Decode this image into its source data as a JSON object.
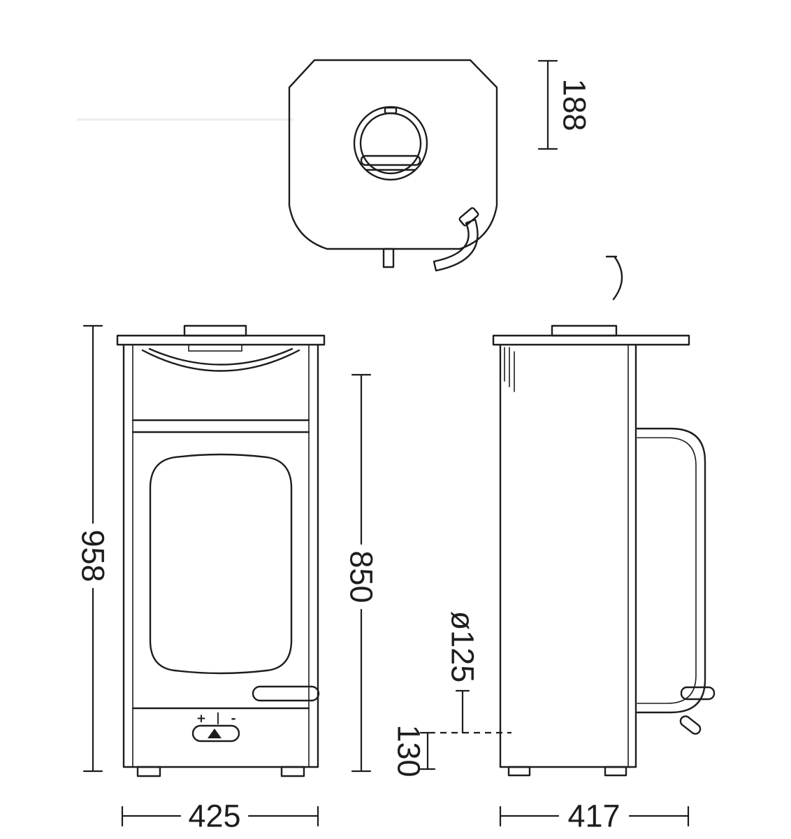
{
  "drawing": {
    "dimensions": {
      "flue_offset": "188",
      "overall_height": "958",
      "body_height": "850",
      "width": "425",
      "flue_diameter": "ø125",
      "outlet_height": "130",
      "depth": "417"
    },
    "air_control_marks": {
      "plus": "+",
      "divider": "|",
      "minus": "-"
    }
  },
  "colors": {
    "line": "#1d1d1d",
    "background": "#ffffff"
  }
}
